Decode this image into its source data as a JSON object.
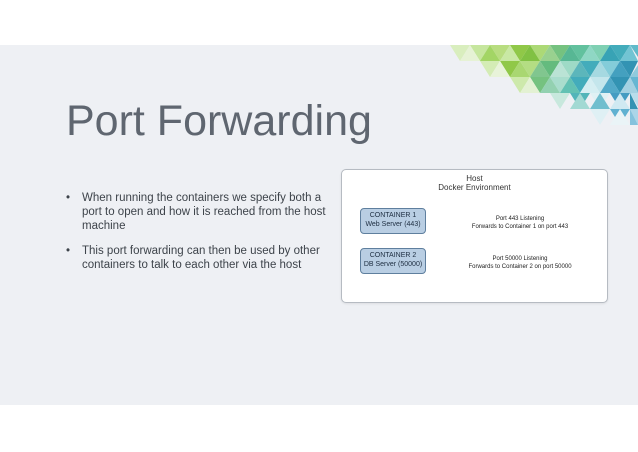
{
  "slide": {
    "title": "Port Forwarding",
    "bullets": [
      "When running the containers we specify both a port to open and how it is reached from the host machine",
      "This port forwarding can then be used by other containers to talk to each other via the host"
    ],
    "bullet_symbol": "•"
  },
  "diagram": {
    "host_label": "Host",
    "environment_label": "Docker Environment",
    "containers": [
      {
        "name": "CONTAINER 1",
        "service": "Web Server (443)"
      },
      {
        "name": "CONTAINER 2",
        "service": "DB Server (50000)"
      }
    ],
    "listeners": [
      {
        "line1": "Port 443 Listening",
        "line2": "Forwards to Container 1 on port 443"
      },
      {
        "line1": "Port 50000 Listening",
        "line2": "Forwards to Container 2 on port 50000"
      }
    ]
  },
  "colors": {
    "slide_background": "#eef0f4",
    "title": "#5f6670",
    "container_fill": "#b9cee3",
    "container_border": "#5f7f9e",
    "decoration": [
      "#8cc63f",
      "#5bbf9a",
      "#3aa9b8",
      "#2a8fb0",
      "#b6dd7a"
    ]
  }
}
